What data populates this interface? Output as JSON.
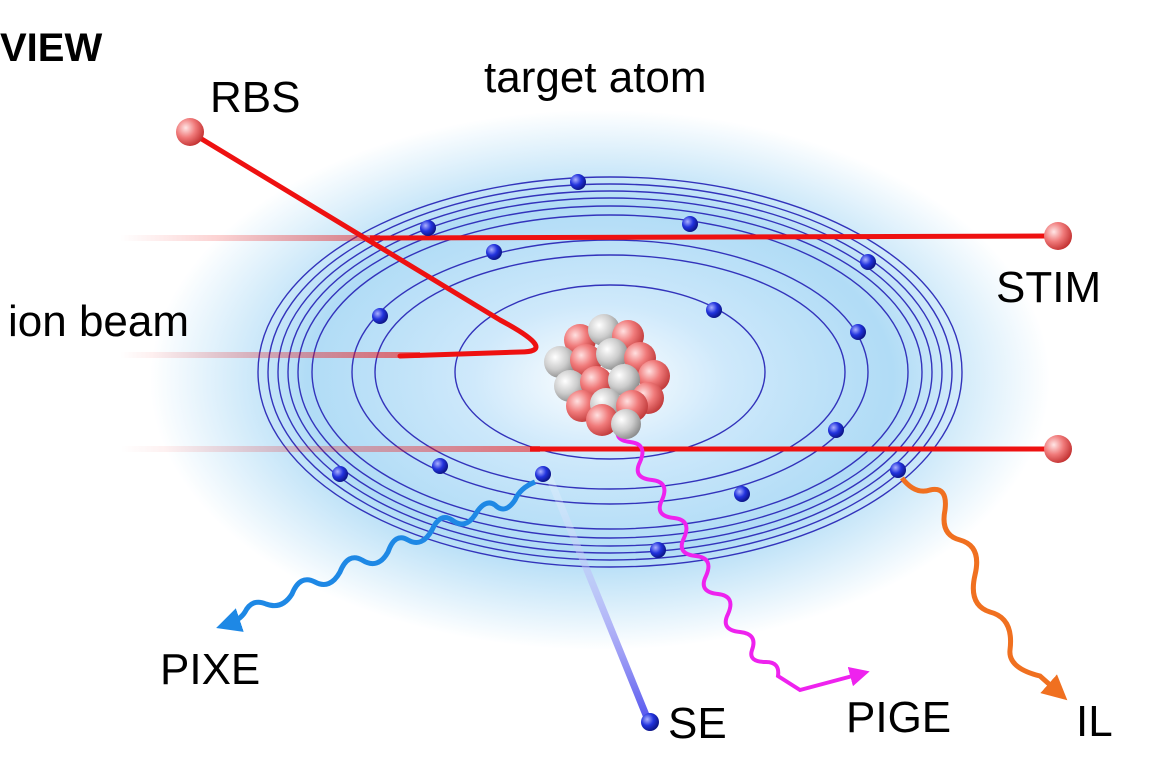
{
  "labels": {
    "view": "VIEW",
    "target_atom": "target atom",
    "rbs": "RBS",
    "ion_beam": "ion beam",
    "stim": "STIM",
    "pixe": "PIXE",
    "se": "SE",
    "pige": "PIGE",
    "il": "IL"
  },
  "colors": {
    "beam_red": "#ee1111",
    "orbit_blue": "#3333bb",
    "electron_blue": "#2233dd",
    "glow_blue": "#a8d8f5",
    "proton_pink": "#f07a7a",
    "neutron_gray": "#c8c8c8",
    "pixe_blue": "#1e88e5",
    "se_blue": "#6a6af0",
    "pige_magenta": "#ee22ee",
    "il_orange": "#f07020"
  }
}
